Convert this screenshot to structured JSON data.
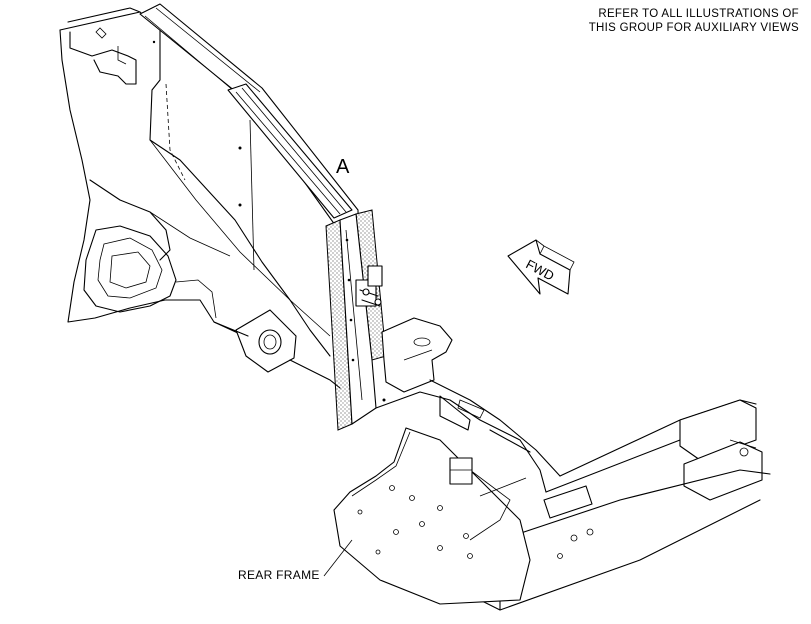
{
  "notes": {
    "line1": "REFER TO ALL ILLUSTRATIONS OF",
    "line2": "THIS GROUP FOR AUXILIARY VIEWS"
  },
  "callout": "A",
  "direction_arrow": "FWD",
  "part_label": "REAR FRAME",
  "colors": {
    "line": "#000000",
    "background": "#ffffff"
  }
}
